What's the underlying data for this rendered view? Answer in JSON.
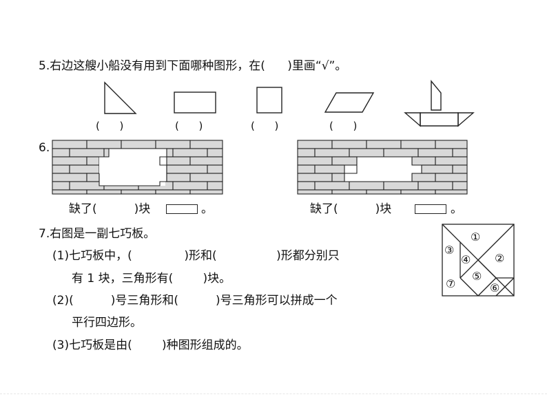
{
  "q5": {
    "text": "5.右边这艘小船没有用到下面哪种图形，在(      )里画“√”。",
    "blanks": [
      "(      )",
      "(      )",
      "(      )",
      "(      )"
    ],
    "shape_names": [
      "triangle-shape",
      "rectangle-shape",
      "square-shape",
      "parallelogram-shape",
      "boat-figure"
    ]
  },
  "q6": {
    "number": "6.",
    "left_answer": "缺了(          )块",
    "right_answer": "缺了(          )块",
    "period": "。"
  },
  "q7": {
    "title": "7.右图是一副七巧板。",
    "p1_line1": "(1)七巧板中，(              )形和(                )形都分别只",
    "p1_line2": "有 1 块，三角形有(        )块。",
    "p2_line1": "(2)(          )号三角形和(          )号三角形可以拼成一个",
    "p2_line2": "平行四边形。",
    "p3": "(3)七巧板是由(        )种图形组成的。",
    "tangram_labels": [
      "①",
      "②",
      "③",
      "④",
      "⑤",
      "⑥",
      "⑦"
    ]
  },
  "colors": {
    "line": "#222222",
    "brick_fill": "#d9d9d9",
    "page": "#ffffff"
  }
}
